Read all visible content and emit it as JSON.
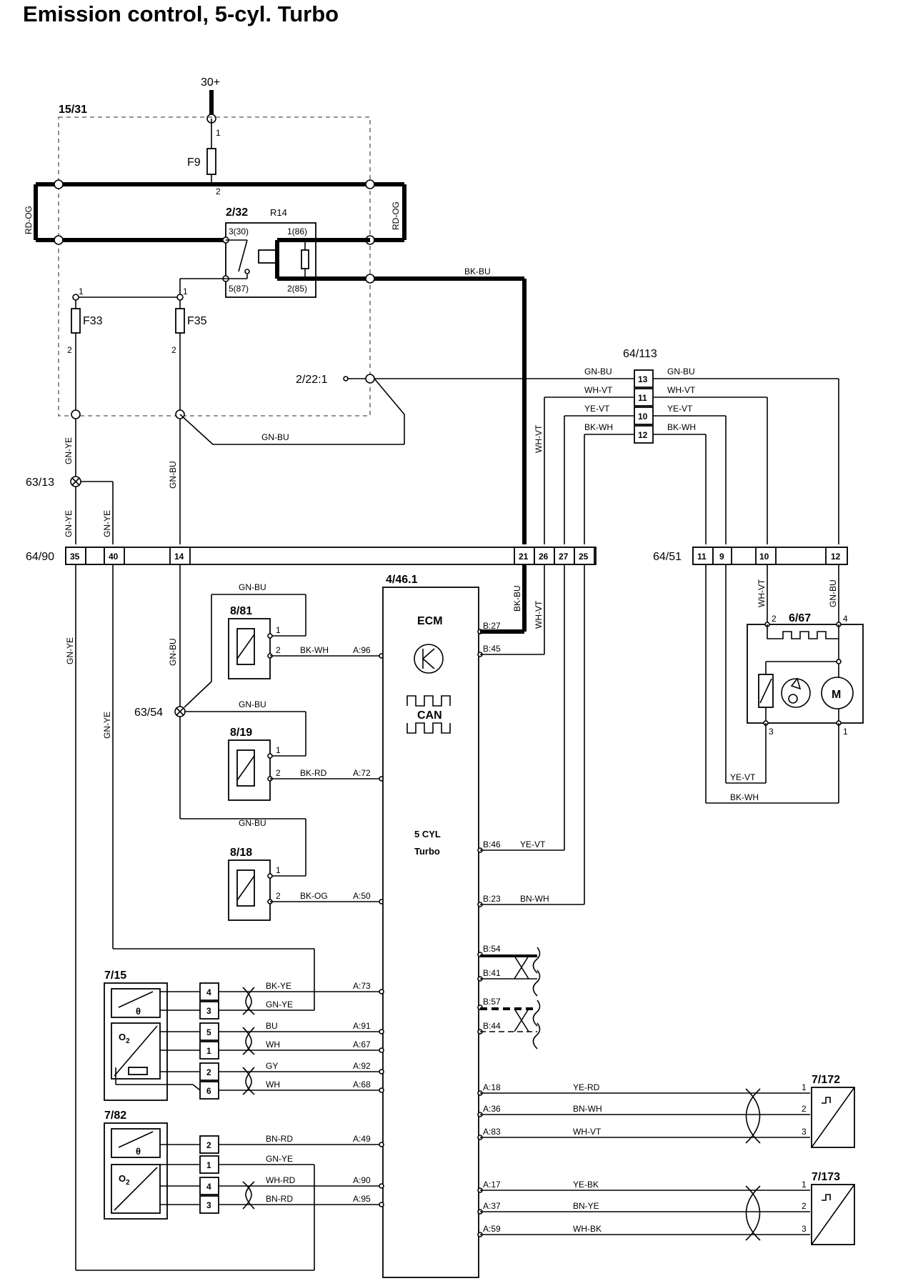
{
  "title": "Emission control, 5-cyl. Turbo",
  "supply": {
    "label": "30+"
  },
  "fuse_box": {
    "label": "15/31",
    "f9": "F9",
    "f33": "F33",
    "f35": "F35",
    "wire_left": "RD-OG",
    "wire_right": "RD-OG"
  },
  "relay": {
    "id": "2/32",
    "name": "R14",
    "pins": [
      "3(30)",
      "1(86)",
      "5(87)",
      "2(85)"
    ]
  },
  "ground": {
    "label": "2/22:1"
  },
  "splices": [
    "63/13",
    "63/54"
  ],
  "connector_64_113": {
    "label": "64/113",
    "pins": [
      "13",
      "11",
      "10",
      "12"
    ],
    "left_wires": [
      "GN-BU",
      "WH-VT",
      "YE-VT",
      "BK-WH"
    ],
    "right_wires": [
      "GN-BU",
      "WH-VT",
      "YE-VT",
      "BK-WH"
    ]
  },
  "connector_64_90": {
    "label": "64/90",
    "pins": [
      "35",
      "40",
      "14",
      "21",
      "26",
      "27",
      "25"
    ]
  },
  "connector_64_51": {
    "label": "64/51",
    "pins": [
      "11",
      "9",
      "10",
      "12"
    ]
  },
  "ecm": {
    "id": "4/46.1",
    "name": "ECM",
    "can": "CAN",
    "model_1": "5 CYL",
    "model_2": "Turbo",
    "pins_right": [
      "B:27",
      "B:45",
      "B:46",
      "B:23",
      "B:54",
      "B:41",
      "B:57",
      "B:44",
      "A:18",
      "A:36",
      "A:83",
      "A:17",
      "A:37",
      "A:59"
    ],
    "pins_left": [
      "A:96",
      "A:72",
      "A:50",
      "A:73",
      "A:91",
      "A:67",
      "A:92",
      "A:68",
      "A:49",
      "A:90",
      "A:95"
    ]
  },
  "injectors": [
    {
      "id": "8/81",
      "in_wire": "GN-BU",
      "out_wire": "BK-WH",
      "pins": [
        "1",
        "2"
      ]
    },
    {
      "id": "8/19",
      "in_wire": "GN-BU",
      "out_wire": "BK-RD",
      "pins": [
        "1",
        "2"
      ]
    },
    {
      "id": "8/18",
      "in_wire": "GN-BU",
      "out_wire": "BK-OG",
      "pins": [
        "1",
        "2"
      ]
    }
  ],
  "sensor_7_15": {
    "id": "7/15",
    "pins": [
      "4",
      "3",
      "5",
      "1",
      "2",
      "6"
    ],
    "wires": [
      "BK-YE",
      "GN-YE",
      "BU",
      "WH",
      "GY",
      "WH"
    ]
  },
  "sensor_7_82": {
    "id": "7/82",
    "pins": [
      "2",
      "1",
      "4",
      "3"
    ],
    "wires": [
      "BN-RD",
      "GN-YE",
      "WH-RD",
      "BN-RD"
    ]
  },
  "sensor_7_172": {
    "id": "7/172",
    "pins": [
      "1",
      "2",
      "3"
    ],
    "wires": [
      "YE-RD",
      "BN-WH",
      "WH-VT"
    ]
  },
  "sensor_7_173": {
    "id": "7/173",
    "pins": [
      "1",
      "2",
      "3"
    ],
    "wires": [
      "YE-BK",
      "BN-YE",
      "WH-BK"
    ]
  },
  "module_6_67": {
    "id": "6/67",
    "pins": [
      "2",
      "4",
      "3",
      "1"
    ],
    "motor": "M"
  },
  "wires": {
    "bk_bu": "BK-BU",
    "gn_bu": "GN-BU",
    "gn_ye": "GN-YE",
    "wh_vt": "WH-VT",
    "ye_vt": "YE-VT",
    "bn_wh": "BN-WH",
    "bk_wh": "BK-WH",
    "theta": "θ"
  },
  "pin_numbers": {
    "one": "1",
    "two": "2"
  }
}
